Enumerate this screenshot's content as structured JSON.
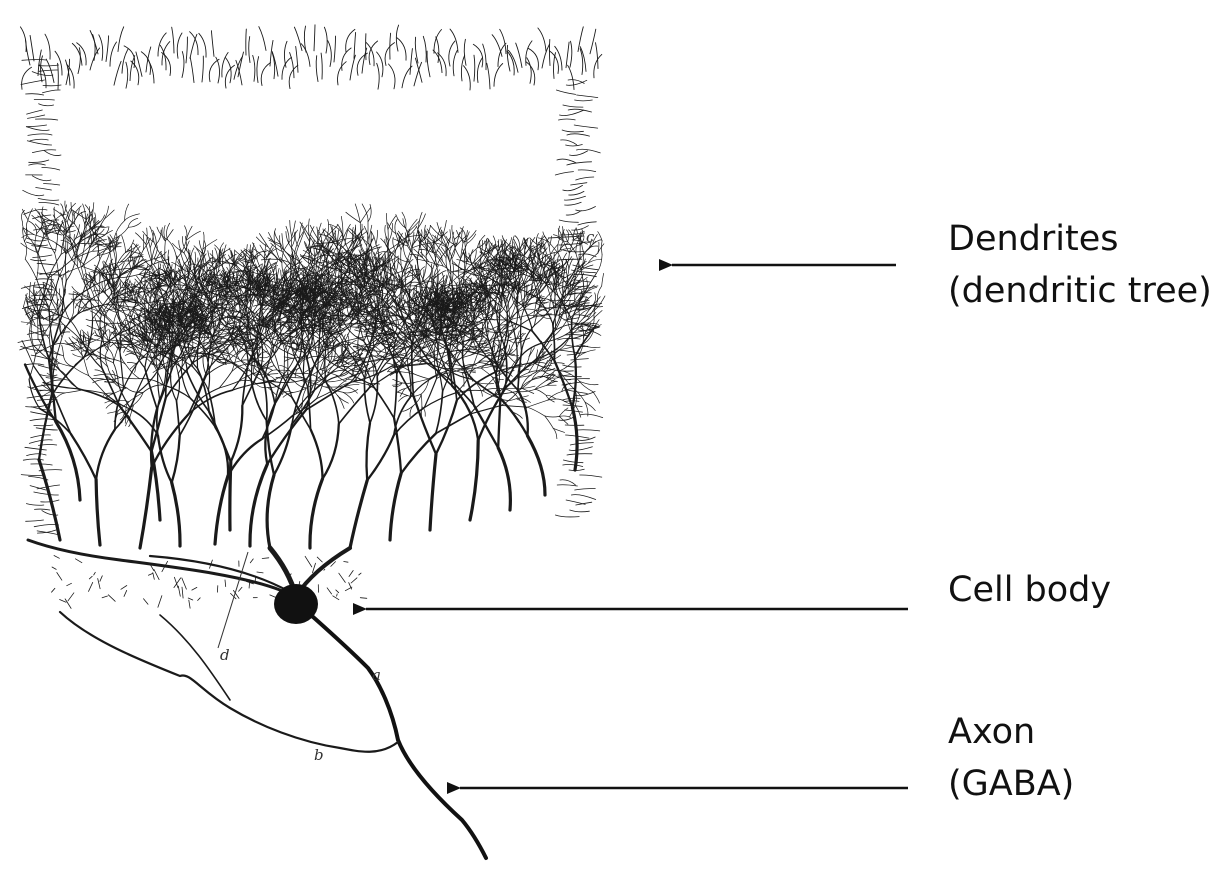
{
  "labels": {
    "dendrites": {
      "line1": "Dendrites",
      "line2": "(dendritic tree)"
    },
    "cell_body": {
      "line1": "Cell body"
    },
    "axon": {
      "line1": "Axon",
      "line2": "(GABA)"
    }
  },
  "letters": {
    "a": "a",
    "b": "b",
    "c": "c",
    "d": "d"
  },
  "colors": {
    "ink": "#111111",
    "background": "#ffffff"
  }
}
